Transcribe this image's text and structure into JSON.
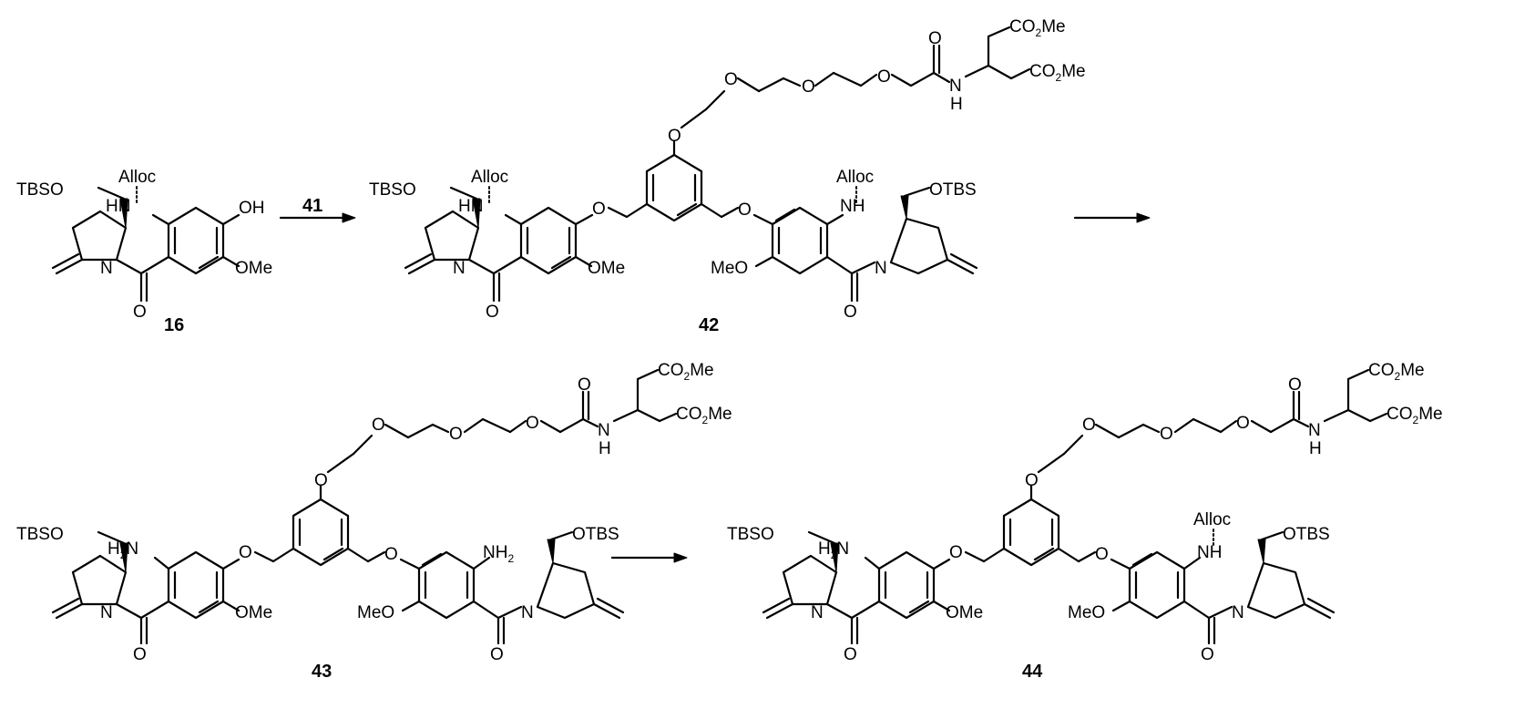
{
  "labels": {
    "tbso": "TBSO",
    "otbs": "OTBS",
    "alloc": "Alloc",
    "hn": "HN",
    "nh": "NH",
    "oh": "OH",
    "ome": "OMe",
    "meo": "MeO",
    "n": "N",
    "o": "O",
    "co2me": "CO",
    "co2me_sub": "2",
    "co2me_tail": "Me",
    "h": "H",
    "h2n": "H",
    "h2n_sub": "2",
    "h2n_tail": "N",
    "nh2": "NH",
    "nh2_sub": "2"
  },
  "compounds": {
    "c16": "16",
    "c42": "42",
    "c43": "43",
    "c44": "44"
  },
  "arrows": {
    "step1_reagent": "41",
    "step2_reagent": "",
    "step3_reagent": ""
  }
}
